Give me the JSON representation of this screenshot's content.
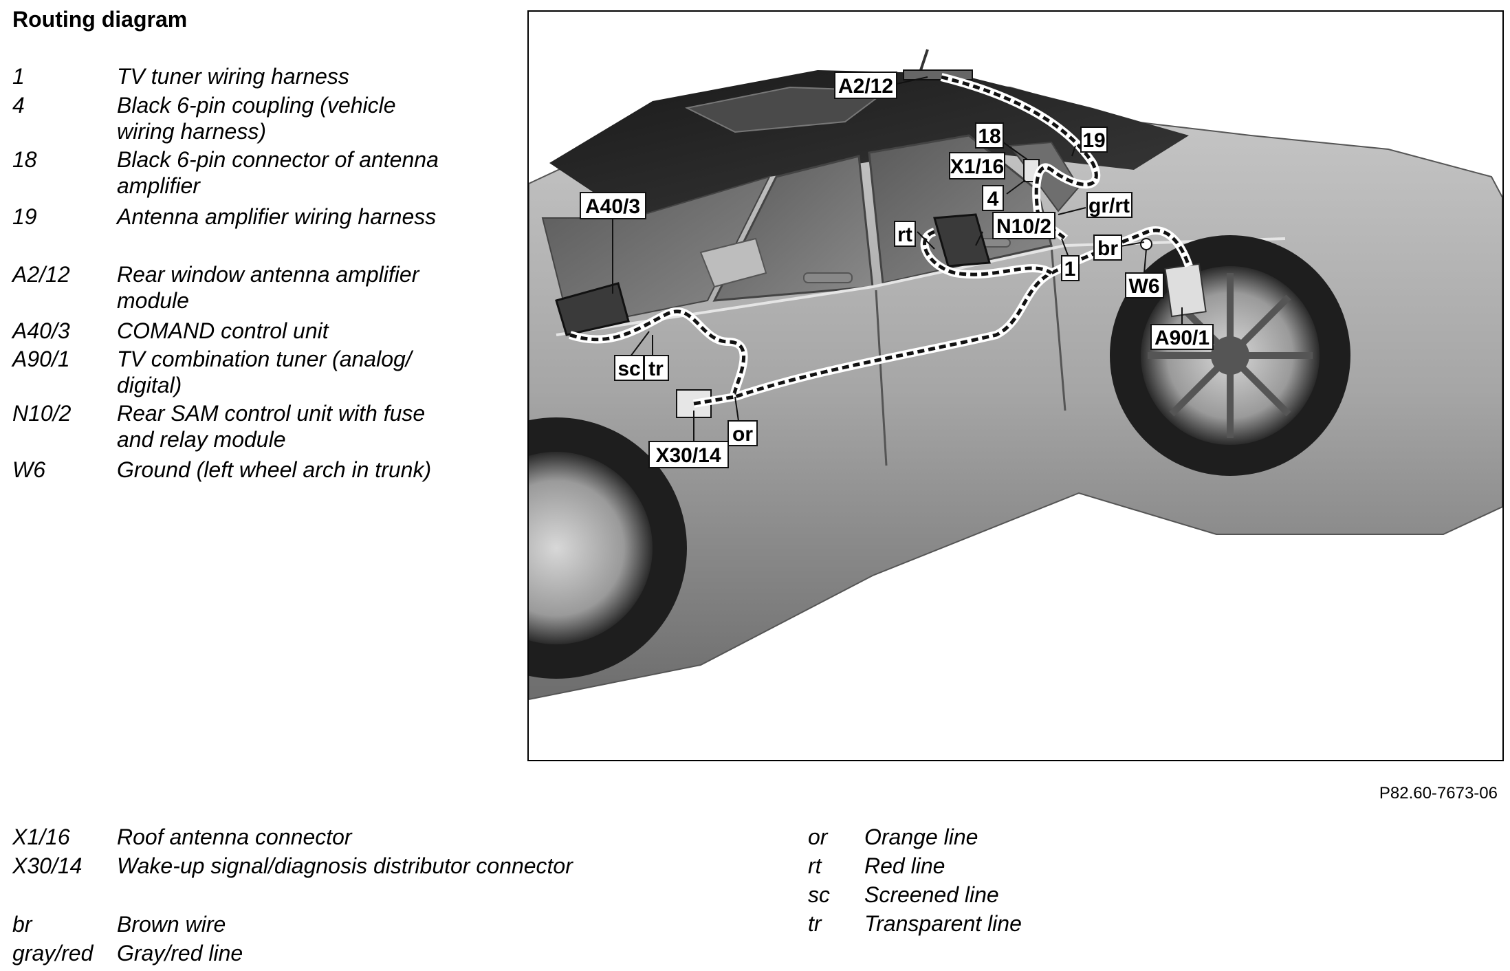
{
  "title": "Routing diagram",
  "legend_top": [
    {
      "code": "1",
      "desc": "TV tuner wiring harness"
    },
    {
      "code": "4",
      "desc": "Black 6-pin coupling (vehicle wiring harness)"
    },
    {
      "code": "18",
      "desc": "Black 6-pin connector of antenna amplifier"
    },
    {
      "code": "19",
      "desc": "Antenna amplifier wiring harness"
    },
    {
      "code": "A2/12",
      "desc": "Rear window antenna amplifier module"
    },
    {
      "code": "A40/3",
      "desc": "COMAND control unit"
    },
    {
      "code": "A90/1",
      "desc": "TV combination tuner (analog/ digital)"
    },
    {
      "code": "N10/2",
      "desc": "Rear SAM control unit with fuse and relay module"
    },
    {
      "code": "W6",
      "desc": "Ground (left wheel arch in trunk)"
    }
  ],
  "legend_bottom_left": [
    {
      "code": "X1/16",
      "desc": "Roof antenna connector"
    },
    {
      "code": "X30/14",
      "desc": "Wake-up signal/diagnosis distributor connector"
    },
    {
      "code": "br",
      "desc": "Brown wire"
    },
    {
      "code": "gray/red",
      "desc": "Gray/red line"
    }
  ],
  "legend_bottom_right": [
    {
      "code": "or",
      "desc": "Orange line"
    },
    {
      "code": "rt",
      "desc": "Red line"
    },
    {
      "code": "sc",
      "desc": "Screened line"
    },
    {
      "code": "tr",
      "desc": "Transparent line"
    }
  ],
  "figure_id": "P82.60-7673-06",
  "callouts": {
    "a2_12": "A2/12",
    "c18": "18",
    "c19": "19",
    "x1_16": "X1/16",
    "c4": "4",
    "gr_rt": "gr/rt",
    "n10_2": "N10/2",
    "rt": "rt",
    "a40_3": "A40/3",
    "br": "br",
    "c1": "1",
    "w6": "W6",
    "a90_1": "A90/1",
    "sc": "sc",
    "tr": "tr",
    "or": "or",
    "x30_14": "X30/14"
  }
}
